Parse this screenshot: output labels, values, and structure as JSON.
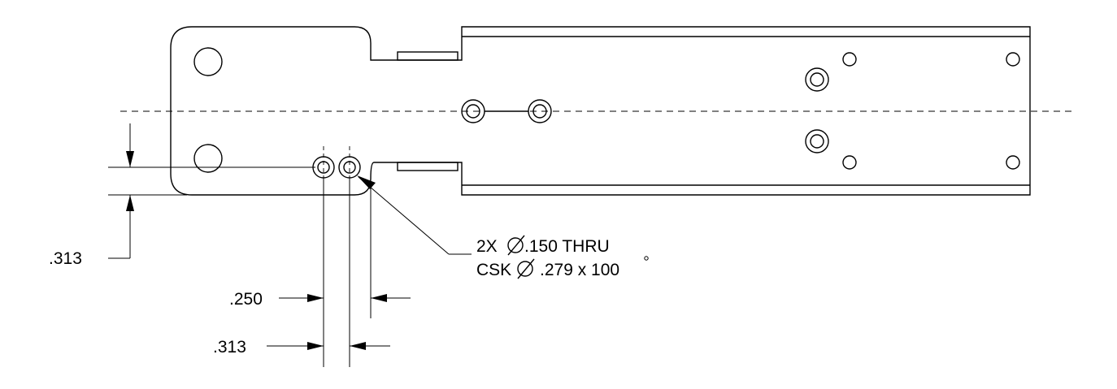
{
  "drawing": {
    "callout": {
      "line1_prefix": "2X",
      "line1_value": ".150 THRU",
      "line2_prefix": "CSK",
      "line2_value": ".279 x 100"
    },
    "dimensions": {
      "vertical_hole_offset": ".313",
      "hole_spacing": ".250",
      "edge_to_hole": ".313"
    }
  }
}
